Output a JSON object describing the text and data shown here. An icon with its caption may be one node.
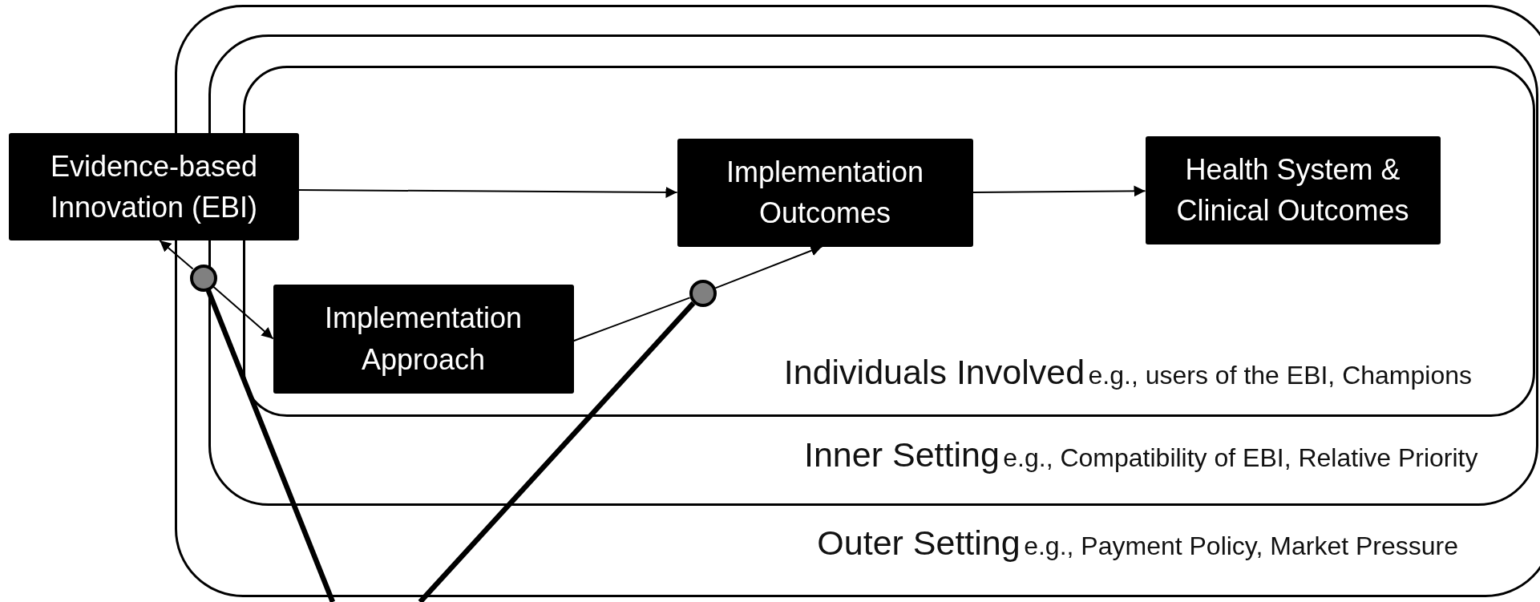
{
  "diagram": {
    "nodes": [
      {
        "text": [
          "Outer Setting",
          "e.g., Payment Policy, Market Pressure"
        ]
      },
      {
        "text": [
          "Inner Setting",
          "e.g., Compatibility of EBI, Relative Priority"
        ],
        "in": 0
      },
      {
        "text": [
          "Individuals Involved",
          "e.g., users of the EBI, Champions"
        ],
        "in": 1
      },
      {
        "text": [
          "Evidence-based Innovation (EBI)"
        ]
      },
      {
        "text": [
          "Implementation Outcomes"
        ],
        "in": 2
      },
      {
        "text": [
          "Health System & Clinical Outcomes"
        ],
        "in": 2
      },
      {
        "text": [
          "Implementation Approach"
        ],
        "in": 2
      },
      {
        "text": [],
        "shape": "circle",
        "in": 0
      },
      {
        "text": [],
        "shape": "circle",
        "in": 2
      }
    ],
    "edges": [
      {
        "from": 3,
        "to": 4,
        "arrow": "to"
      },
      {
        "from": 4,
        "to": 5,
        "arrow": "to"
      },
      {
        "from": 7,
        "to": 3,
        "arrow": "to"
      },
      {
        "from": 7,
        "to": 6,
        "arrow": "to"
      },
      {
        "from": 6,
        "to": 8,
        "arrow": "none"
      },
      {
        "from": 8,
        "to": 4,
        "arrow": "to"
      },
      {
        "from": null,
        "to": 7,
        "arrow": "none",
        "style": "thick"
      },
      {
        "from": null,
        "to": 8,
        "arrow": "none",
        "style": "thick"
      }
    ]
  }
}
